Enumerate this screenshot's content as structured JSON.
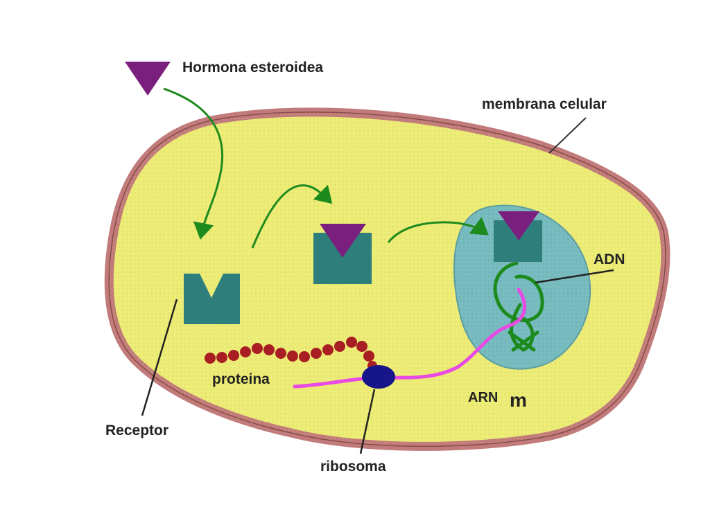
{
  "labels": {
    "hormone": "Hormona esteroidea",
    "membrane": "membrana celular",
    "dna": "ADN",
    "mrna_main": "ARN",
    "mrna_sub": "m",
    "protein": "proteina",
    "receptor": "Receptor",
    "ribosome": "ribosoma"
  },
  "colors": {
    "cytoplasm": "#ecec76",
    "membrane": "#c27b7b",
    "nucleus": "#78bcc0",
    "receptor": "#2e7f7b",
    "hormone": "#7b1f7f",
    "arrow": "#1d8a1d",
    "mrna": "#e84ae3",
    "protein": "#a81e22",
    "ribosome": "#16168a",
    "text": "#222222"
  }
}
